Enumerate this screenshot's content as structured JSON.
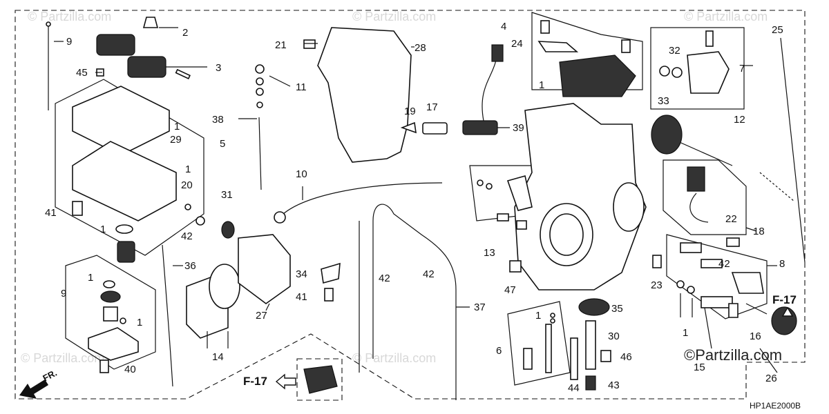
{
  "diagram_code": "HP1AE2000B",
  "brand": "©Partzilla.com",
  "watermark": "© Partzilla.com",
  "front_label": "FR.",
  "ref_label": "F-17",
  "callouts": {
    "c1a": "1",
    "c1b": "1",
    "c1c": "1",
    "c1d": "1",
    "c1e": "1",
    "c1f": "1",
    "c1g": "1",
    "c1h": "1",
    "c2": "2",
    "c3": "3",
    "c4": "4",
    "c5": "5",
    "c6": "6",
    "c7": "7",
    "c8": "8",
    "c9a": "9",
    "c9b": "9",
    "c10": "10",
    "c11": "11",
    "c12": "12",
    "c13": "13",
    "c14": "14",
    "c15": "15",
    "c16": "16",
    "c17": "17",
    "c18": "18",
    "c19": "19",
    "c20": "20",
    "c21": "21",
    "c22": "22",
    "c23": "23",
    "c24": "24",
    "c25": "25",
    "c26": "26",
    "c27": "27",
    "c28": "28",
    "c29": "29",
    "c30": "30",
    "c31": "31",
    "c32": "32",
    "c33": "33",
    "c34": "34",
    "c35": "35",
    "c36": "36",
    "c37": "37",
    "c38": "38",
    "c39": "39",
    "c40": "40",
    "c41a": "41",
    "c41b": "41",
    "c42a": "42",
    "c42b": "42",
    "c42c": "42",
    "c42d": "42",
    "c43": "43",
    "c44": "44",
    "c45": "45",
    "c46": "46",
    "c47": "47"
  }
}
